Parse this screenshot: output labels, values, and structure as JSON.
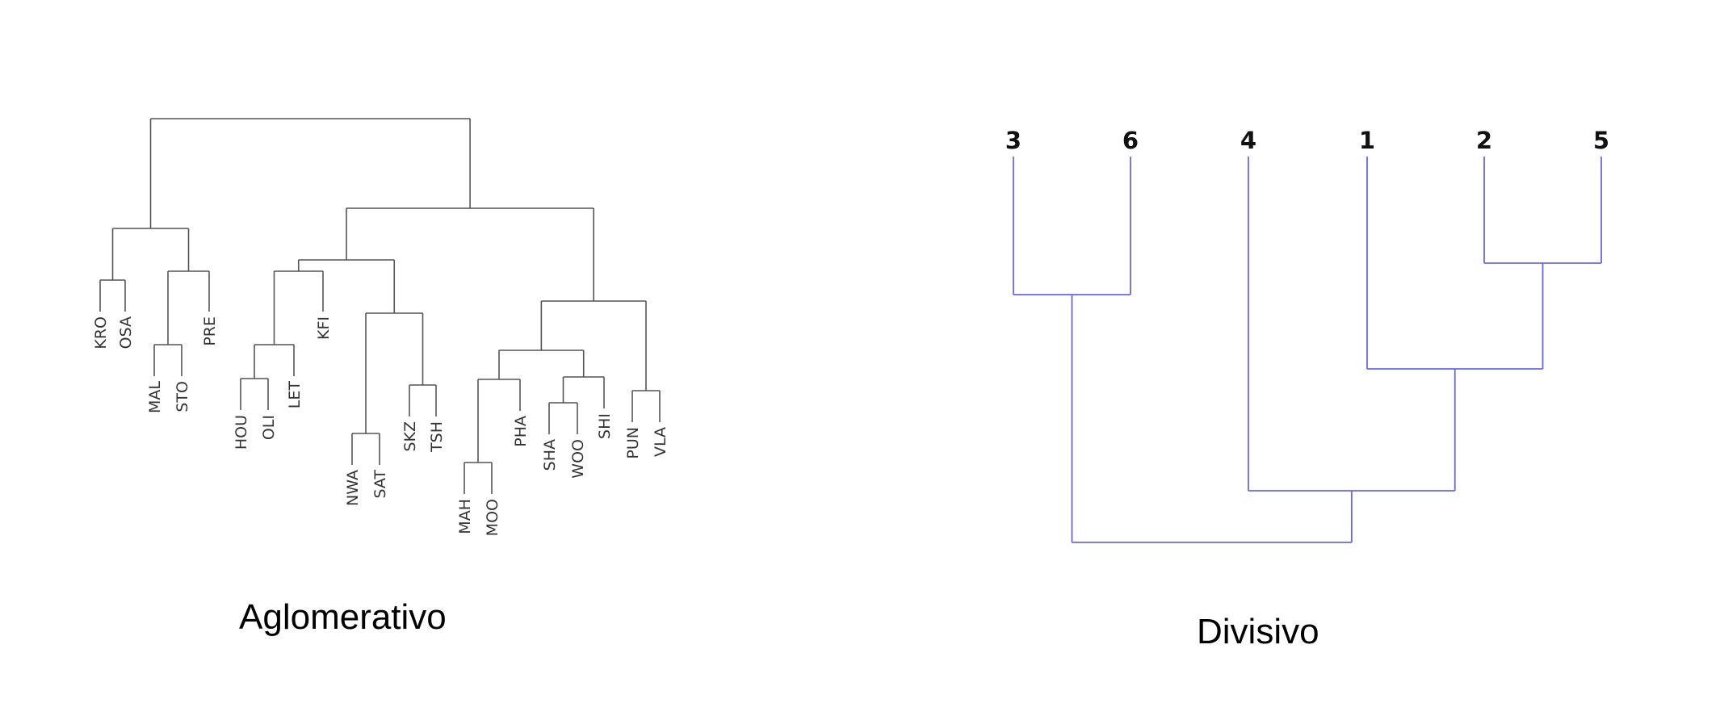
{
  "agglomerative": {
    "caption": "Aglomerativo",
    "line_color": "#555555",
    "leaves": [
      "KRO",
      "OSA",
      "MAL",
      "STO",
      "PRE",
      "HOU",
      "OLI",
      "LET",
      "KFI",
      "NWA",
      "SAT",
      "SKZ",
      "TSH",
      "MAH",
      "MOO",
      "PHA",
      "SHA",
      "WOO",
      "SHI",
      "PUN",
      "VLA"
    ]
  },
  "divisive": {
    "caption": "Divisivo",
    "line_color": "#6666ee",
    "leaves": [
      "3",
      "6",
      "4",
      "1",
      "2",
      "5"
    ]
  }
}
